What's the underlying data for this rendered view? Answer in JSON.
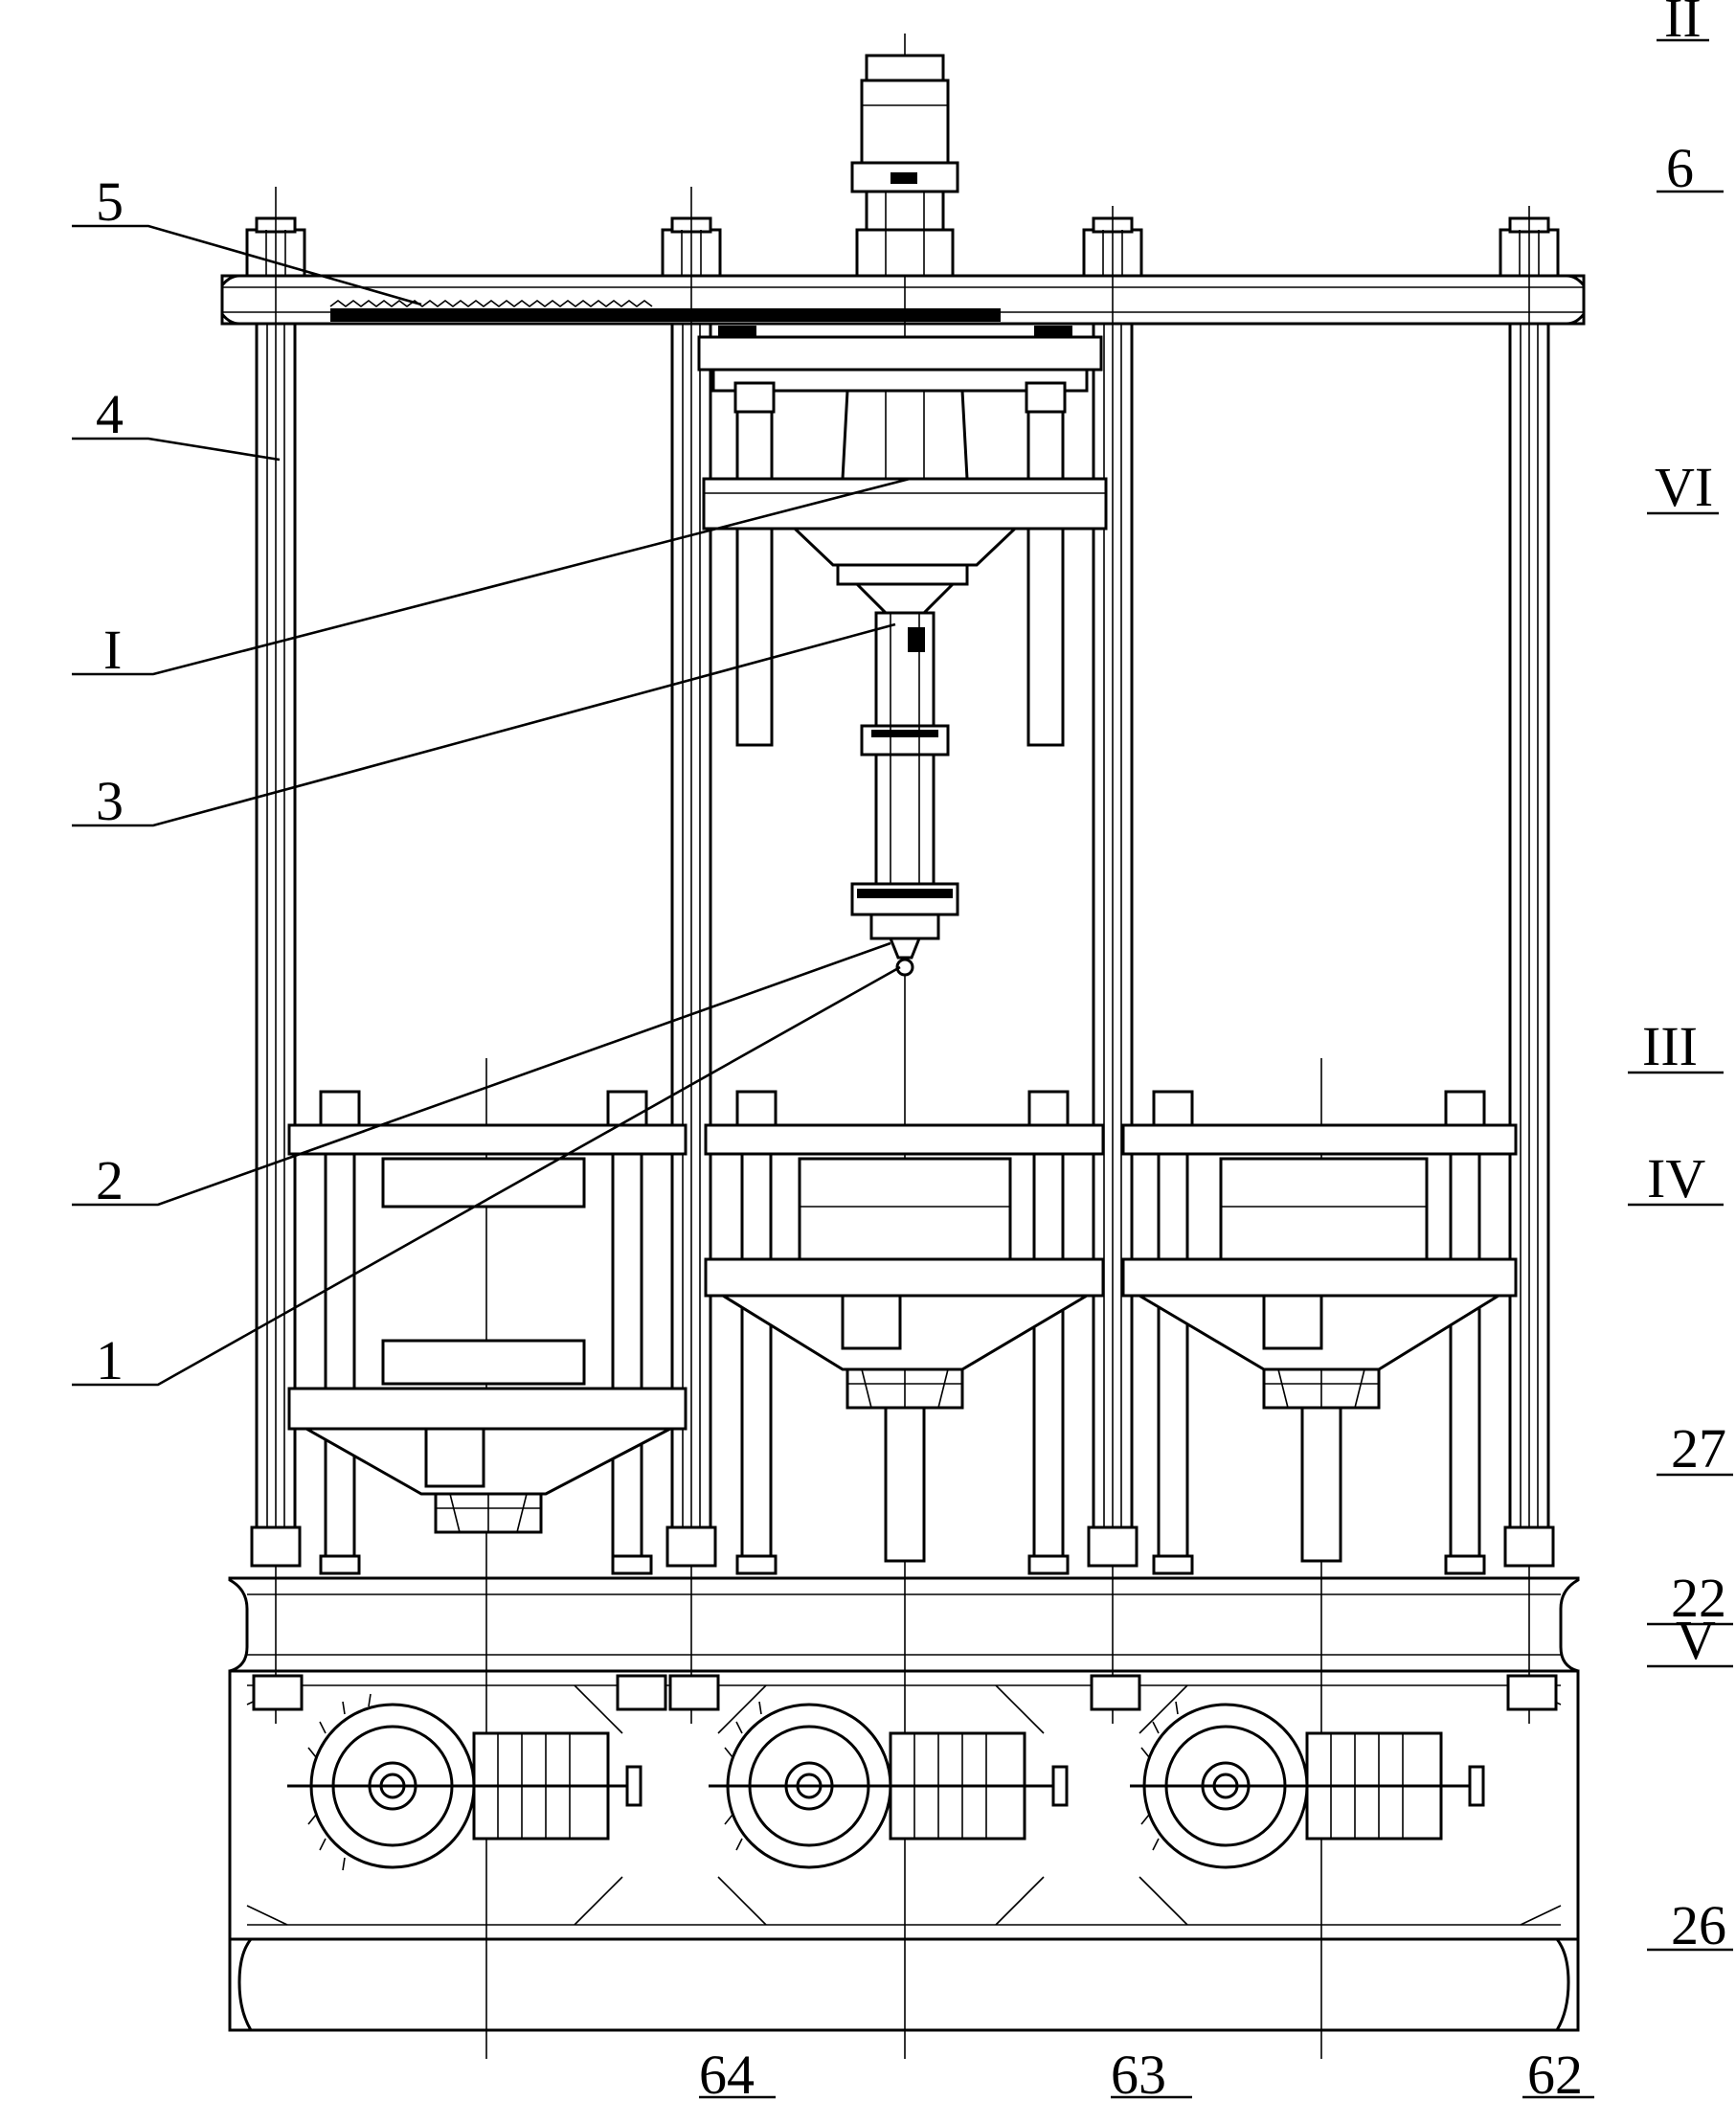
{
  "labels": {
    "l_II": "II",
    "l_6": "6",
    "l_5": "5",
    "l_4": "4",
    "l_VI": "VI",
    "l_I": "I",
    "l_3": "3",
    "l_III": "III",
    "l_2": "2",
    "l_IV": "IV",
    "l_1": "1",
    "l_27": "27",
    "l_22": "22",
    "l_V": "V",
    "l_26": "26",
    "l_64": "64",
    "l_63": "63",
    "l_62": "62"
  }
}
